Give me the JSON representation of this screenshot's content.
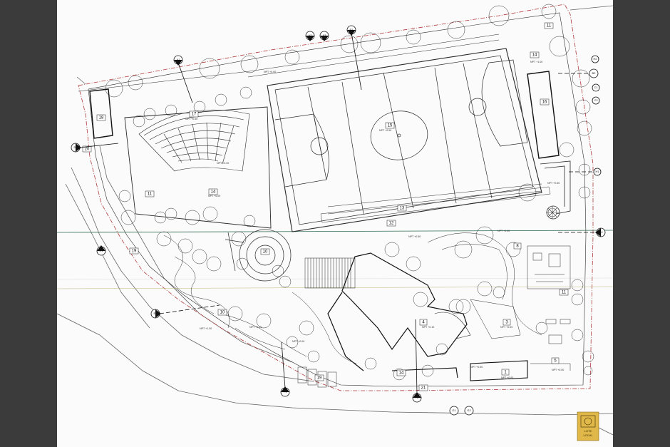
{
  "plan": {
    "zones": [
      {
        "id": "z1",
        "label": "1"
      },
      {
        "id": "z3",
        "label": "3"
      },
      {
        "id": "z4",
        "label": "4"
      },
      {
        "id": "z5",
        "label": "5"
      },
      {
        "id": "z8",
        "label": "8"
      },
      {
        "id": "z10",
        "label": "10"
      },
      {
        "id": "z10b",
        "label": "10"
      },
      {
        "id": "z11a",
        "label": "11"
      },
      {
        "id": "z11b",
        "label": "11"
      },
      {
        "id": "z11c",
        "label": "11"
      },
      {
        "id": "z12",
        "label": "12"
      },
      {
        "id": "z13",
        "label": "13"
      },
      {
        "id": "z14a",
        "label": "14"
      },
      {
        "id": "z14b",
        "label": "14"
      },
      {
        "id": "z14c",
        "label": "14"
      },
      {
        "id": "z15",
        "label": "15"
      },
      {
        "id": "z16",
        "label": "16"
      },
      {
        "id": "z17",
        "label": "17"
      },
      {
        "id": "z18",
        "label": "18"
      },
      {
        "id": "z19a",
        "label": "19"
      },
      {
        "id": "z19b",
        "label": "19"
      },
      {
        "id": "z20",
        "label": "20"
      },
      {
        "id": "z21",
        "label": "21"
      }
    ],
    "levels": [
      {
        "id": "l1",
        "text": "NPT +0.00"
      },
      {
        "id": "l2",
        "text": "NPT +1.00"
      },
      {
        "id": "l3",
        "text": "NPT +0.50"
      },
      {
        "id": "l4",
        "text": "NPT +0.20"
      },
      {
        "id": "l5",
        "text": "NPT +0.00"
      },
      {
        "id": "l6",
        "text": "NPT +0.50"
      },
      {
        "id": "l7",
        "text": "NPT +0.60"
      },
      {
        "id": "l8",
        "text": "NPT +0.40"
      },
      {
        "id": "l9",
        "text": "NPT +0.50"
      },
      {
        "id": "l10",
        "text": "NPT +0.10"
      },
      {
        "id": "l11",
        "text": "NPT +0.00"
      },
      {
        "id": "l12",
        "text": "NPT +1.00"
      },
      {
        "id": "l13",
        "text": "NPT +0.50"
      },
      {
        "id": "l14",
        "text": "NPT +0.00"
      },
      {
        "id": "l15",
        "text": "NPT +0.50"
      },
      {
        "id": "l16",
        "text": "NPT +0.00"
      },
      {
        "id": "l17",
        "text": "NPT +0.00"
      }
    ],
    "markers": [
      {
        "id": "m1",
        "text": "A1"
      },
      {
        "id": "m2",
        "text": "A2"
      },
      {
        "id": "m3",
        "text": "A3"
      },
      {
        "id": "m4",
        "text": "B1"
      },
      {
        "id": "m5",
        "text": "B2"
      },
      {
        "id": "m6",
        "text": "C1"
      },
      {
        "id": "m7",
        "text": "C2"
      },
      {
        "id": "m8",
        "text": "D1"
      },
      {
        "id": "m9",
        "text": "D2"
      },
      {
        "id": "m10",
        "text": "E1"
      },
      {
        "id": "m11",
        "text": "E2"
      },
      {
        "id": "m12",
        "text": "F1"
      },
      {
        "id": "m13",
        "text": "F2"
      },
      {
        "id": "m14",
        "text": "G1"
      },
      {
        "id": "m15",
        "text": "G2"
      },
      {
        "id": "m16",
        "text": "H1"
      },
      {
        "id": "m17",
        "text": "H2"
      }
    ],
    "stamp": {
      "line1": "LOTE",
      "line2": "LOCAL"
    },
    "colors": {
      "ink": "#2a2a2a",
      "boundary": "#b03a3a",
      "axis": "#2d6a4f",
      "stamp": "#e0b84a",
      "frame": "#3b3b3b"
    }
  }
}
